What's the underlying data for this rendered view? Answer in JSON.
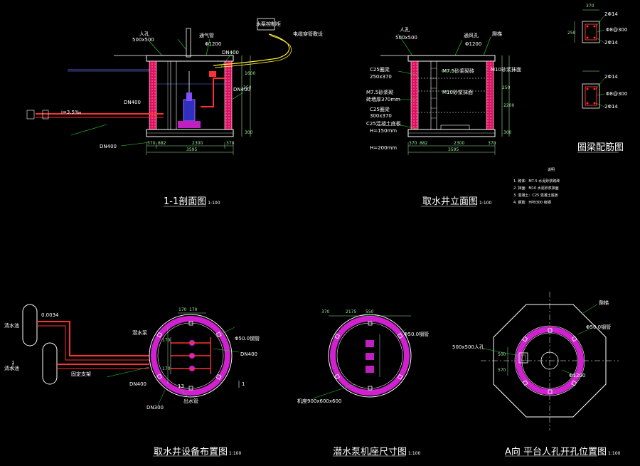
{
  "titles": {
    "section_1_1": "1-1剖面图",
    "well_elevation": "取水井立面图",
    "beam_rebar": "圈梁配筋图",
    "equipment_layout": "取水井设备布置图",
    "pump_base": "潜水泵机座尺寸图",
    "platform_view": "A向 平台人孔开孔位置图",
    "scale": "1:100"
  },
  "section": {
    "manhole": "人孔",
    "manhole_size": "500x500",
    "vent_pipe": "通气管",
    "diameter_1200": "Φ1200",
    "dn400_top": "DN400",
    "dn400_mid": "DN400",
    "dn400_bottom": "DN400",
    "dn400_pipe": "DN400",
    "dim_370_left": "370",
    "dim_882": "882",
    "dim_2300": "2300",
    "dim_370_right": "370",
    "dim_3595": "3595",
    "dim_1600": "1600",
    "dim_250": "250",
    "dim_300": "300",
    "slope": "i=3.5‰",
    "control_box": "水泵控制柜",
    "cable_note": "电缆穿管敷设"
  },
  "elevation": {
    "manhole": "人孔",
    "manhole_size": "500x500",
    "vent": "通风孔",
    "diameter": "Φ1200",
    "ladder": "爬梯",
    "m75": "M7.5砂浆砌砖",
    "m10": "M10砂浆抹面",
    "m10b": "M10砂浆抹面",
    "c25_beam": "C25圈梁",
    "beam_size_1": "250x370",
    "beam_size_2": "300x370",
    "c25_beam_2": "C25圈梁",
    "wall_thk": "砖墙厚370mm",
    "m75b": "M7.5砂浆砌",
    "c25_base": "C25混凝土底板",
    "h150": "H=150mm",
    "h200": "H=200mm",
    "dim_370_left": "370",
    "dim_882": "882",
    "dim_2300": "2300",
    "dim_370_right": "370",
    "dim_3595": "3595",
    "dim_2200": "2200",
    "dim_250": "250",
    "dim_300": "300"
  },
  "rebar": {
    "dim_370": "370",
    "dim_250": "250",
    "top_bars": "2Φ14",
    "stirrup_1": "Φ8@300",
    "bottom_bars": "2Φ14",
    "top_bars_2": "2Φ14",
    "stirrup_2": "Φ8@300",
    "bottom_bars_2": "2Φ14"
  },
  "notes": {
    "heading": "说明",
    "lines": [
      "1. 砌体：M7.5 水泥砂浆砌砖",
      "2. 抹面：M10 水泥砂浆抹面",
      "3. 混凝土：C25 混凝土底板",
      "4. 钢筋：HPB300 级钢"
    ]
  },
  "layout": {
    "slope": "0.0034",
    "tank_1": "清水池",
    "tank_2": "清水池",
    "dn400": "DN400",
    "dn400_b": "DN400",
    "steel": "Φ50.0钢管",
    "pump": "潜水泵",
    "dims": [
      "170",
      "170",
      "170",
      "170"
    ],
    "label_1": "1",
    "label_2": "1",
    "label_13": "13",
    "dn300": "DN300",
    "outlet": "出水管",
    "fixed": "固定支架"
  },
  "pump_base": {
    "dim_370": "370",
    "dim_2175": "2175",
    "dim_550": "550",
    "steel": "Φ50.0钢管",
    "base_note": "机座900x600x600"
  },
  "platform": {
    "ladder": "爬梯",
    "manhole": "500x500人孔",
    "steel": "Φ50.0钢管",
    "diameter": "Φ1200",
    "dim_500": "500",
    "dim_570": "570"
  }
}
